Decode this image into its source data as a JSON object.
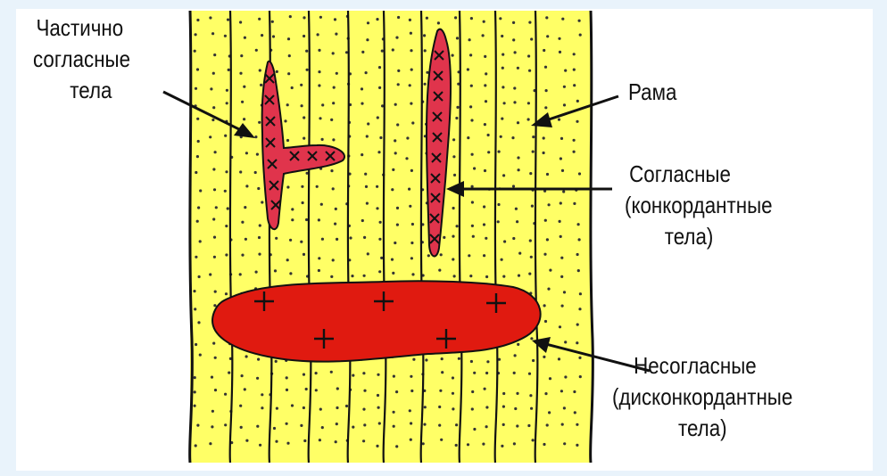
{
  "labels": {
    "partial": [
      "Частично",
      "согласные",
      "тела"
    ],
    "frame": [
      "Рама"
    ],
    "concordant": [
      "Согласные",
      "(конкордантные",
      "тела)"
    ],
    "discordant": [
      "Несогласные",
      "(дисконкордантные",
      "тела)"
    ]
  },
  "colors": {
    "frame_fill": "#ffff66",
    "dots": "#333333",
    "lines": "#111111",
    "partial_body": "#e0344c",
    "concordant_body": "#e0344c",
    "discordant_body": "#e01a10",
    "background": "#e9f3fb"
  }
}
